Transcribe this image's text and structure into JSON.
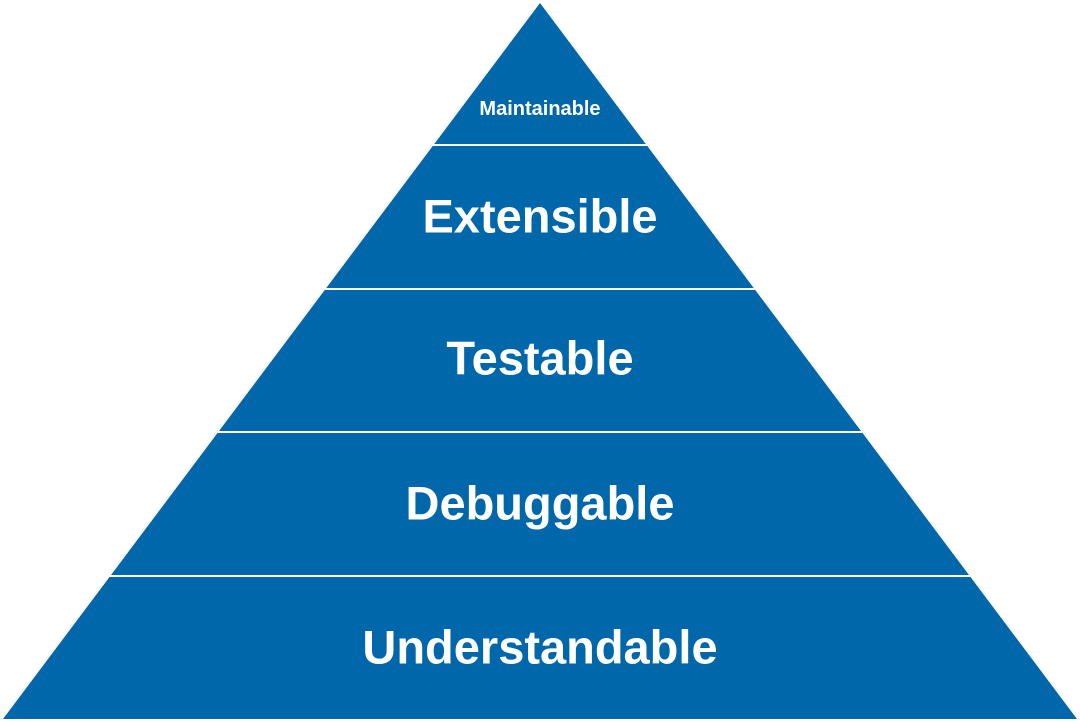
{
  "diagram": {
    "type": "pyramid",
    "fill_color": "#0067ab",
    "divider_color": "#ffffff",
    "text_color": "#ffffff",
    "layers_top_to_bottom": [
      {
        "label": "Maintainable"
      },
      {
        "label": "Extensible"
      },
      {
        "label": "Testable"
      },
      {
        "label": "Debuggable"
      },
      {
        "label": "Understandable"
      }
    ]
  }
}
